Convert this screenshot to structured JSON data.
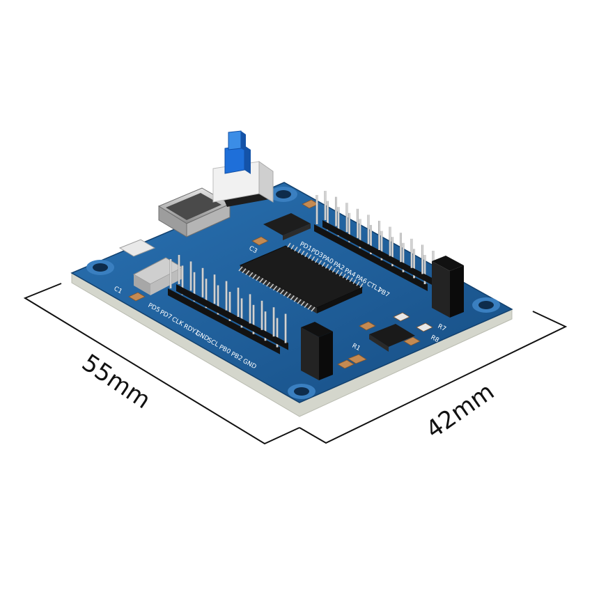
{
  "product": {
    "board_color": "#1f5f9a",
    "pcb_edge_color": "#d9dad2",
    "chip_color": "#1b1b1b",
    "button_cap_color": "#1e6fd9"
  },
  "dimensions": {
    "length_label": "55mm",
    "width_label": "42mm"
  },
  "silkscreen": {
    "left_header_labels": [
      "PD5",
      "PD7",
      "CLK",
      "RDY1",
      "GND",
      "SCL",
      "PB0",
      "PB2",
      "GND"
    ],
    "right_header_labels": [
      "PD1",
      "PD3",
      "PA0",
      "PA2",
      "PA4",
      "PA6",
      "CTL1",
      "PB7"
    ],
    "component_refs": [
      "C1",
      "R1",
      "R8",
      "R7",
      "C3"
    ]
  }
}
